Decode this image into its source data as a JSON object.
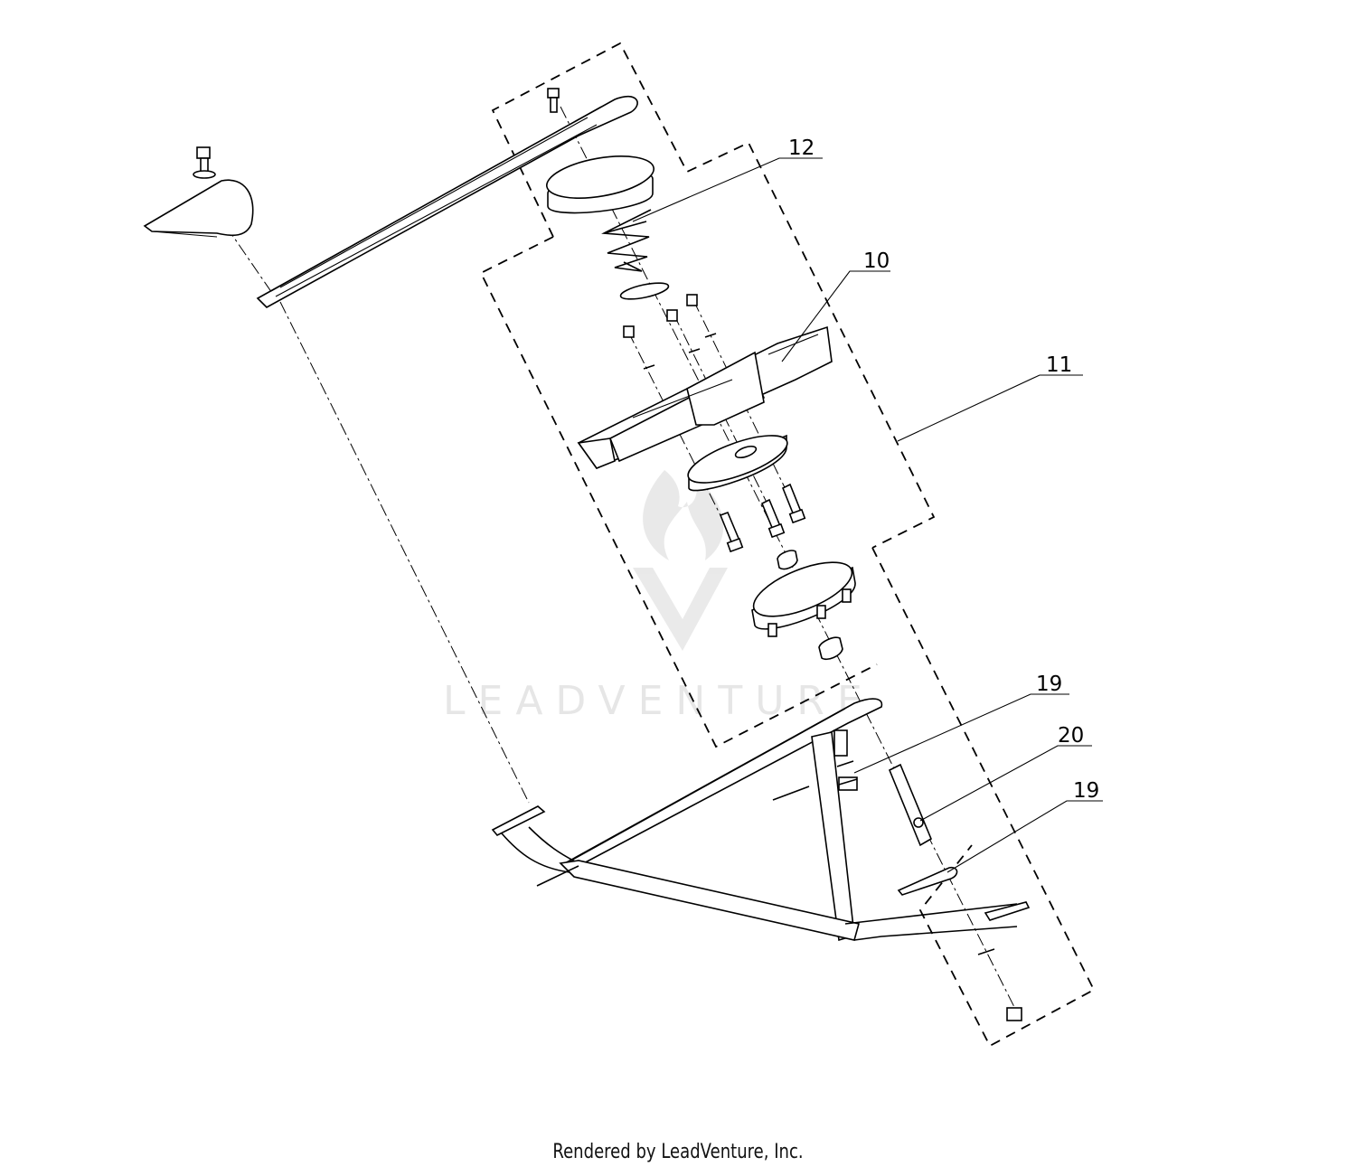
{
  "callouts": [
    {
      "id": "12",
      "label": "12"
    },
    {
      "id": "10",
      "label": "10"
    },
    {
      "id": "11",
      "label": "11"
    },
    {
      "id": "19a",
      "label": "19"
    },
    {
      "id": "20",
      "label": "20"
    },
    {
      "id": "19b",
      "label": "19"
    }
  ],
  "watermark": {
    "text": "LEADVENTURE",
    "color": "#d2d2d2"
  },
  "footer": {
    "text": "Rendered by LeadVenture, Inc."
  },
  "line_color": "#000000",
  "background": "#ffffff"
}
